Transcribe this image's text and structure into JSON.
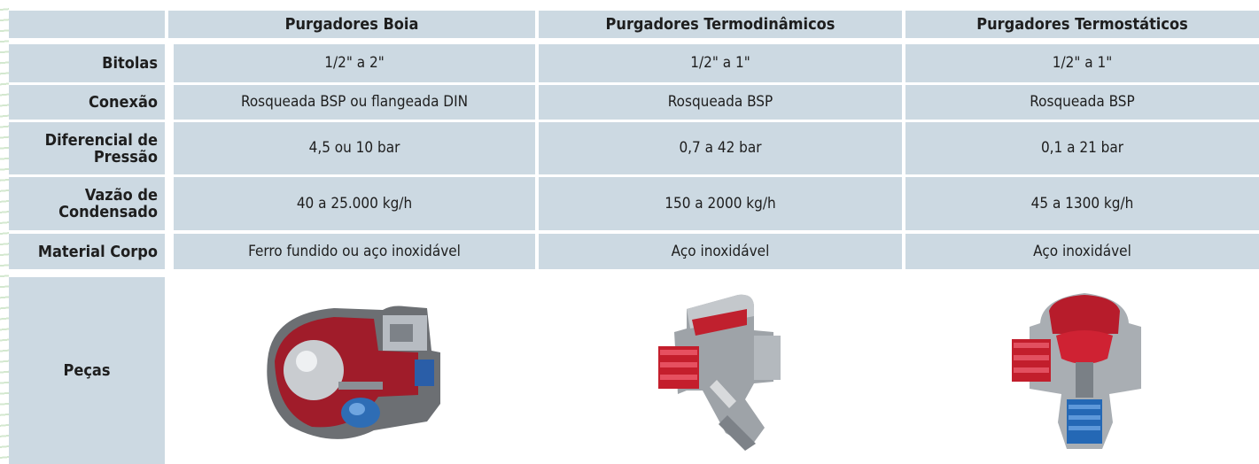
{
  "headers": [
    "Purgadores Boia",
    "Purgadores Termodinâmicos",
    "Purgadores Termostáticos"
  ],
  "rows": [
    {
      "label": "Bitolas",
      "values": [
        "1/2\" a 2\"",
        "1/2\" a 1\"",
        "1/2\" a 1\""
      ]
    },
    {
      "label": "Conexão",
      "values": [
        "Rosqueada BSP ou flangeada DIN",
        "Rosqueada BSP",
        "Rosqueada BSP"
      ]
    },
    {
      "label": "Diferencial de Pressão",
      "values": [
        "4,5 ou 10 bar",
        "0,7 a 42 bar",
        "0,1 a 21 bar"
      ]
    },
    {
      "label": "Vazão de Condensado",
      "values": [
        "40 a 25.000 kg/h",
        "150 a 2000 kg/h",
        "45 a 1300 kg/h"
      ]
    },
    {
      "label": "Material Corpo",
      "values": [
        "Ferro fundido ou aço inoxidável",
        "Aço inoxidável",
        "Aço inoxidável"
      ]
    }
  ],
  "parts_label": "Peças",
  "colors": {
    "cell": "#ccd9e2",
    "page": "#ffffff",
    "deco": "#d3e8cf"
  }
}
